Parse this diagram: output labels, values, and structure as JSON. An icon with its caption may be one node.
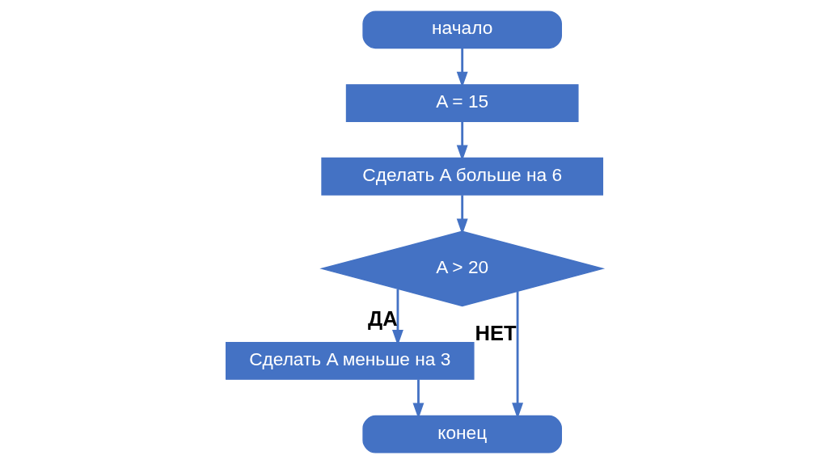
{
  "diagram": {
    "nodes": [
      {
        "text": [
          "начало"
        ]
      },
      {
        "text": [
          "A = 15"
        ]
      },
      {
        "text": [
          "Сделать A больше на 6"
        ]
      },
      {
        "text": [
          "A > 20"
        ]
      },
      {
        "text": [
          "Сделать A меньше на 3"
        ]
      },
      {
        "text": [
          "конец"
        ]
      }
    ],
    "edges": [
      {
        "from": 0,
        "to": 1,
        "arrow": "to"
      },
      {
        "from": 1,
        "to": 2,
        "arrow": "to"
      },
      {
        "from": 2,
        "to": 3,
        "arrow": "to"
      },
      {
        "from": 3,
        "to": 4,
        "arrow": "to",
        "label": "ДА"
      },
      {
        "from": 3,
        "to": 5,
        "arrow": "to",
        "label": "НЕТ"
      },
      {
        "from": 4,
        "to": 5,
        "arrow": "to"
      }
    ]
  }
}
